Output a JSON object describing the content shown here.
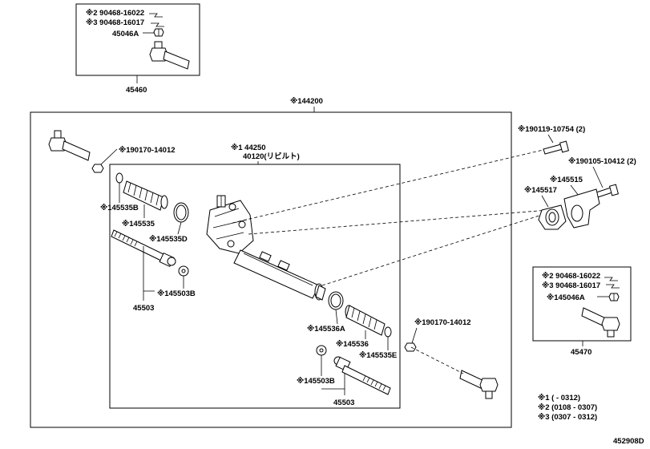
{
  "colors": {
    "ink": "#000000",
    "paper": "#ffffff"
  },
  "kits": {
    "top": {
      "line1": "※2 90468-16022",
      "line2": "※3 90468-16017",
      "line3": "45046A",
      "caption": "45460"
    },
    "right": {
      "line1": "※2 90468-16022",
      "line2": "※3 90468-16017",
      "line3": "※145046A",
      "caption": "45470"
    }
  },
  "assembly": {
    "main_label": "※144200",
    "inner_label_1": "※1 44250",
    "inner_label_2": "40120(リビルト)"
  },
  "callouts": {
    "bolt_left": "※190170-14012",
    "bolt_right": "※190170-14012",
    "boot_left": "※145535B",
    "boot_left_plain": "※145535",
    "clamp_left": "※145535D",
    "end_left_washer": "※145503B",
    "end_left": "45503",
    "bolt_top1": "※190119-10754 (2)",
    "bolt_top2": "※190105-10412 (2)",
    "bracket_a": "※145515",
    "bracket_b": "※145517",
    "clamp_right": "※145536A",
    "boot_right": "※145536",
    "clip_right": "※145535E",
    "end_right_washer": "※145503B",
    "end_right": "45503"
  },
  "notes": {
    "n1": "※1 (        -  0312)",
    "n2": "※2 (0108  -  0307)",
    "n3": "※3 (0307  -  0312)"
  },
  "diagram_id": "452908D"
}
